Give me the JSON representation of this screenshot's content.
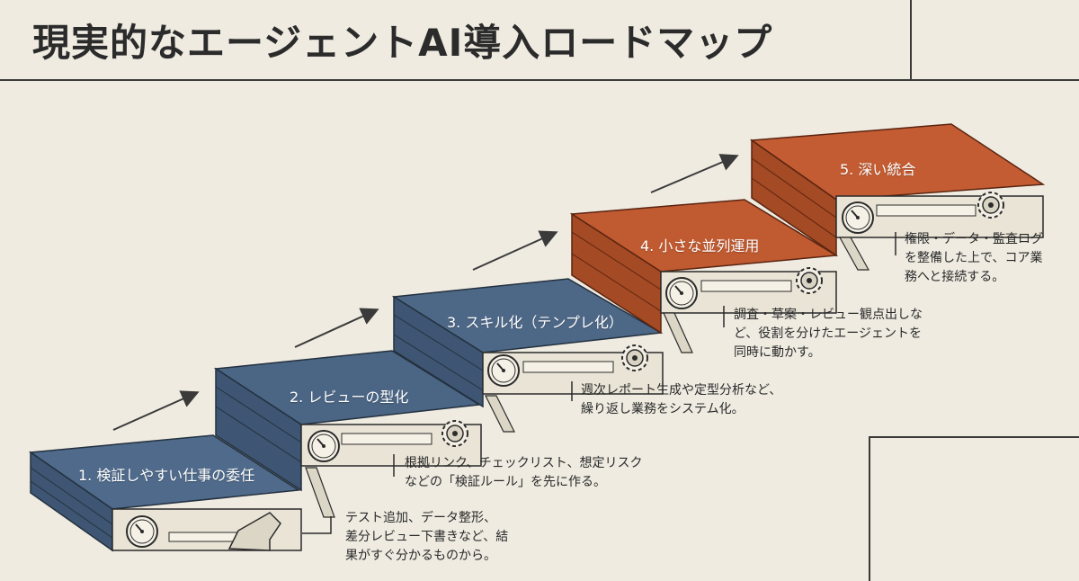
{
  "title": "現実的なエージェントAI導入ロードマップ",
  "colors": {
    "background": "#efebe1",
    "blue_step": "#4b6584",
    "orange_step": "#c05a30",
    "metal": "#e9e4d6",
    "ink": "#2b2b2b"
  },
  "steps": [
    {
      "label": "1. 検証しやすい仕事の委任",
      "desc": [
        "テスト追加、データ整形、",
        "差分レビュー下書きなど、結",
        "果がすぐ分かるものから。"
      ]
    },
    {
      "label": "2. レビューの型化",
      "desc": [
        "根拠リンク、チェックリスト、想定リスク",
        "などの「検証ルール」を先に作る。"
      ]
    },
    {
      "label": "3. スキル化（テンプレ化）",
      "desc": [
        "週次レポート生成や定型分析など、",
        "繰り返し業務をシステム化。"
      ]
    },
    {
      "label": "4. 小さな並列運用",
      "desc": [
        "調査・草案・レビュー観点出しな",
        "ど、役割を分けたエージェントを",
        "同時に動かす。"
      ]
    },
    {
      "label": "5. 深い統合",
      "desc": [
        "権限・データ・監査ログ",
        "を整備した上で、コア業",
        "務へと接続する。"
      ]
    }
  ],
  "icons": [
    "gauge-icon",
    "gear-icon",
    "arrow-icon"
  ]
}
